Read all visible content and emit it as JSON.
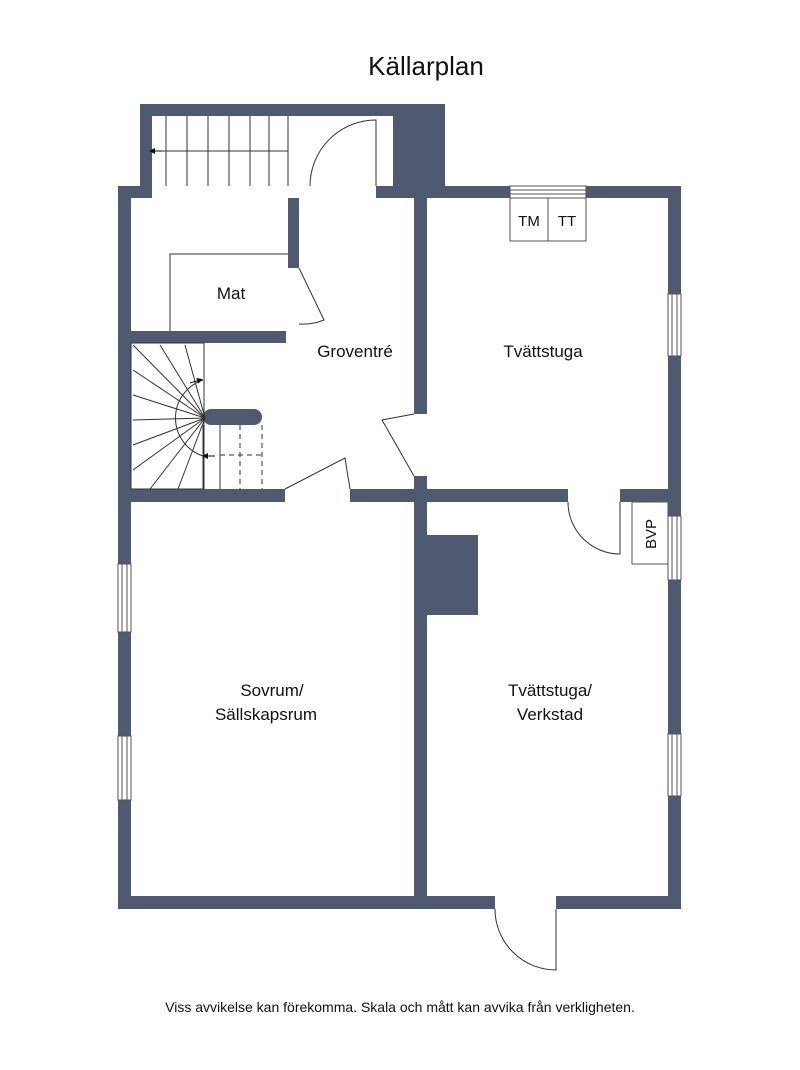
{
  "plan": {
    "title": "Källarplan",
    "disclaimer": "Viss avvikelse kan förekomma. Skala och mått kan avvika från verkligheten.",
    "wall_color": "#4f5a70",
    "rooms": {
      "mat": "Mat",
      "groventre": "Groventré",
      "tvattstuga": "Tvättstuga",
      "sovrum_line1": "Sovrum/",
      "sovrum_line2": "Sällskapsrum",
      "verkstad_line1": "Tvättstuga/",
      "verkstad_line2": "Verkstad"
    },
    "fixtures": {
      "tm": "TM",
      "tt": "TT",
      "bvp": "BVP"
    }
  }
}
